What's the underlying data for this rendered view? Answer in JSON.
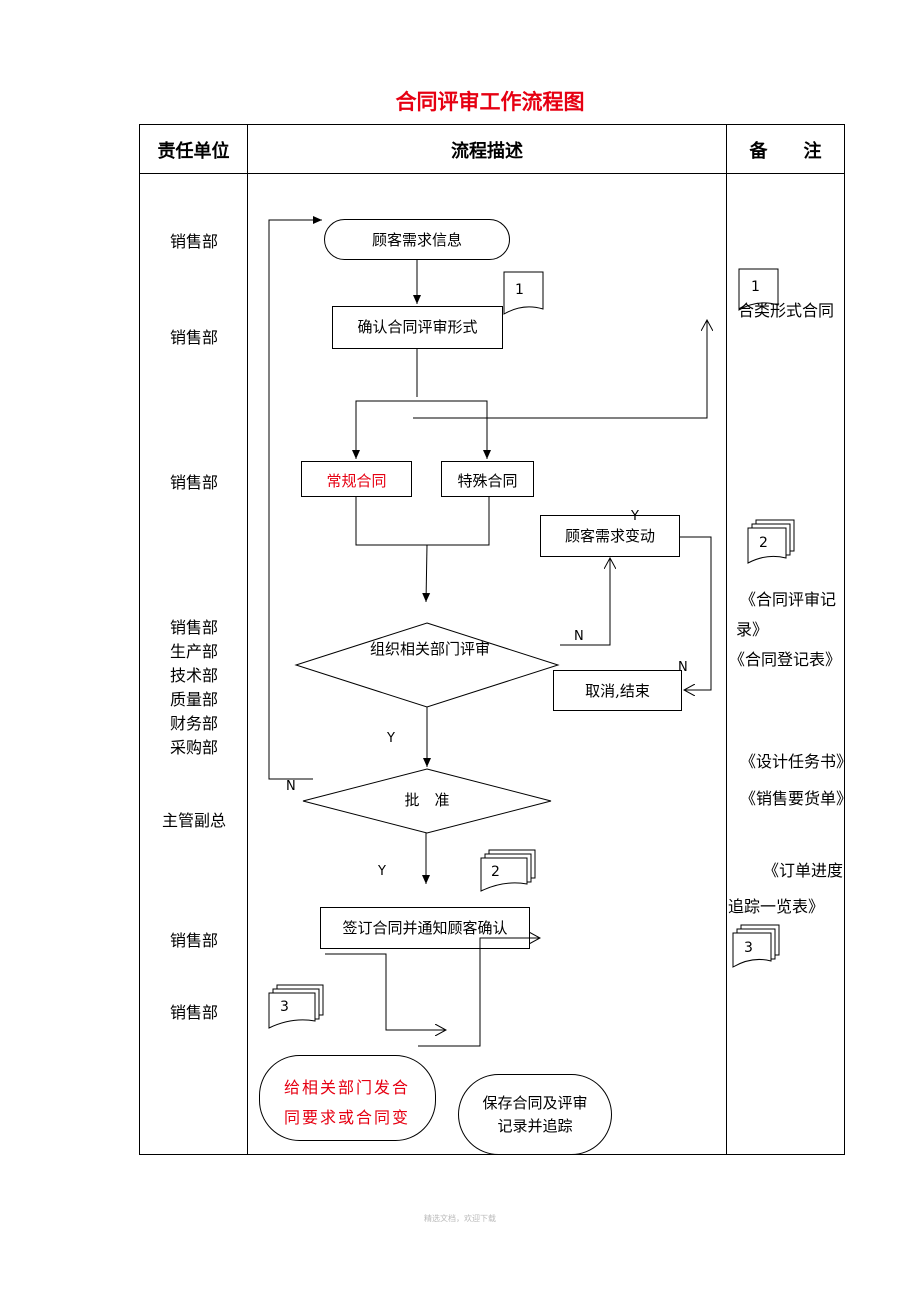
{
  "title": "合同评审工作流程图",
  "table": {
    "headers": [
      "责任单位",
      "流程描述",
      "备　　注"
    ]
  },
  "units": [
    [
      "销售部"
    ],
    [
      "销售部"
    ],
    [
      "销售部"
    ],
    [
      "销售部",
      "生产部",
      "技术部",
      "质量部",
      "财务部",
      "采购部"
    ],
    [
      "主管副总"
    ],
    [
      "销售部"
    ],
    [
      "销售部"
    ]
  ],
  "flow": {
    "start": "顾客需求信息",
    "confirm": "确认合同评审形式",
    "regular": "常规合同",
    "special": "特殊合同",
    "change": "顾客需求变动",
    "review": "组织相关部门评审",
    "cancel": "取消,结束",
    "approve": "批　准",
    "sign": "签订合同并通知顾客确认",
    "issue_line1": "给相关部门发合",
    "issue_line2": "同要求或合同变",
    "save_line1": "保存合同及评审",
    "save_line2": "记录并追踪"
  },
  "decisions": {
    "yes": "Y",
    "no": "N"
  },
  "doc_markers": {
    "one": "1",
    "two": "2",
    "three": "3"
  },
  "notes": {
    "n1": "合类形式合同",
    "n2a": "《合同评审记",
    "n2b": "录》",
    "n3": "《合同登记表》",
    "n4": "《设计任务书》",
    "n5": "《销售要货单》",
    "n6a": "《订单进度",
    "n6b": "追踪一览表》"
  },
  "footer": "精选文档，欢迎下载",
  "colors": {
    "title": "#e60012",
    "regular_text": "#e60012",
    "issue_text": "#e60012",
    "lines": "#000000"
  }
}
